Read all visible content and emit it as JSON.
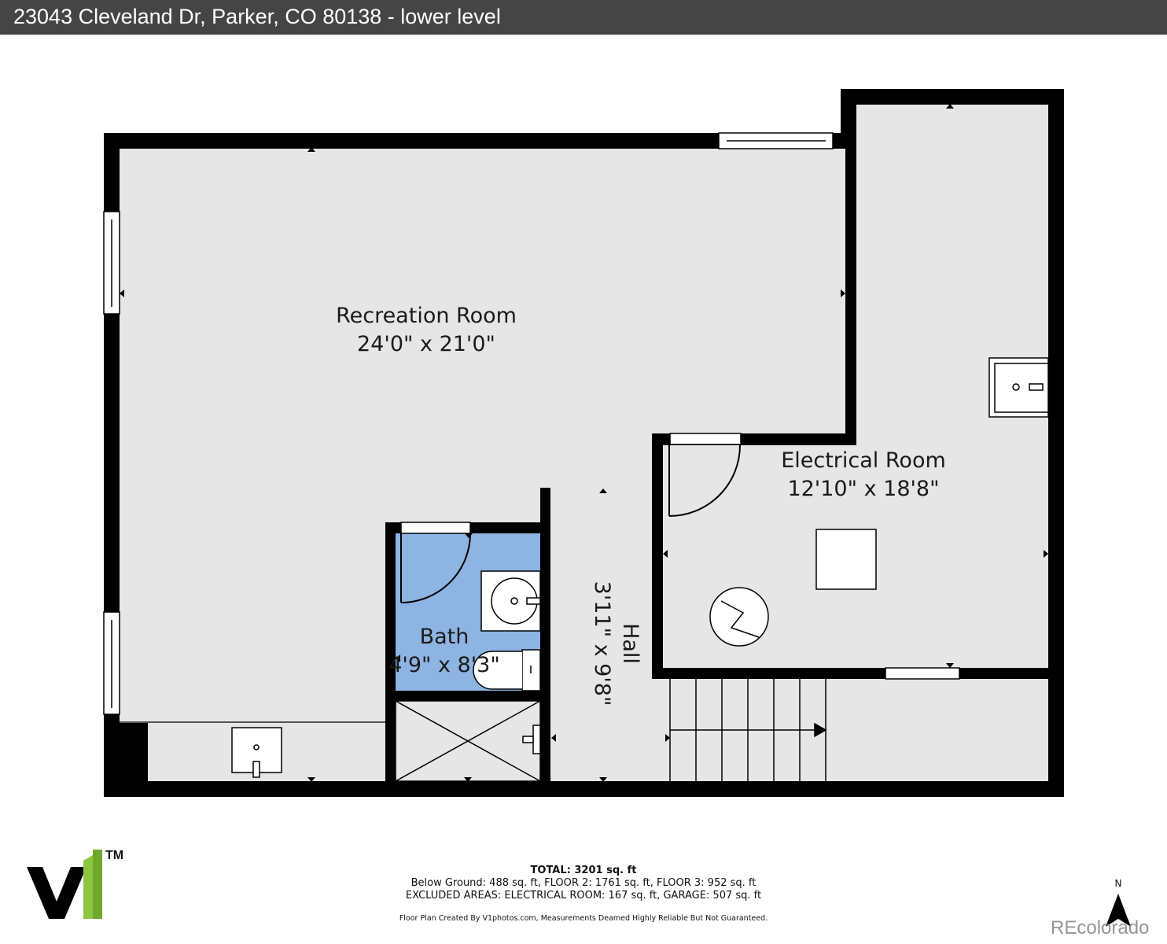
{
  "title": "23043 Cleveland Dr, Parker, CO 80138 - lower level",
  "rooms": {
    "recreation": {
      "name": "Recreation Room",
      "dims": "24'0\" x 21'0\""
    },
    "electrical": {
      "name": "Electrical Room",
      "dims": "12'10\" x 18'8\""
    },
    "bath": {
      "name": "Bath",
      "dims": "4'9\" x 8'3\""
    },
    "hall": {
      "name": "Hall",
      "dims": "3'11\" x 9'8\""
    }
  },
  "summary": {
    "total": "TOTAL: 3201 sq. ft",
    "line1": "Below Ground: 488 sq. ft, FLOOR 2: 1761 sq. ft, FLOOR 3: 952 sq. ft",
    "line2": "EXCLUDED AREAS: ELECTRICAL ROOM: 167 sq. ft, GARAGE: 507 sq. ft"
  },
  "credit": "Floor Plan Created By V1photos.com, Measurements Deamed Highly Reliable But Not Guaranteed.",
  "logo": {
    "text": "v1",
    "trademark": "TM",
    "accent_color": "#8cc63f"
  },
  "compass": {
    "label": "N"
  },
  "watermark": "REcolorado",
  "colors": {
    "wall": "#000000",
    "floor": "#e6e6e6",
    "bath_floor": "#8db4e2",
    "title_bar": "#454545"
  }
}
